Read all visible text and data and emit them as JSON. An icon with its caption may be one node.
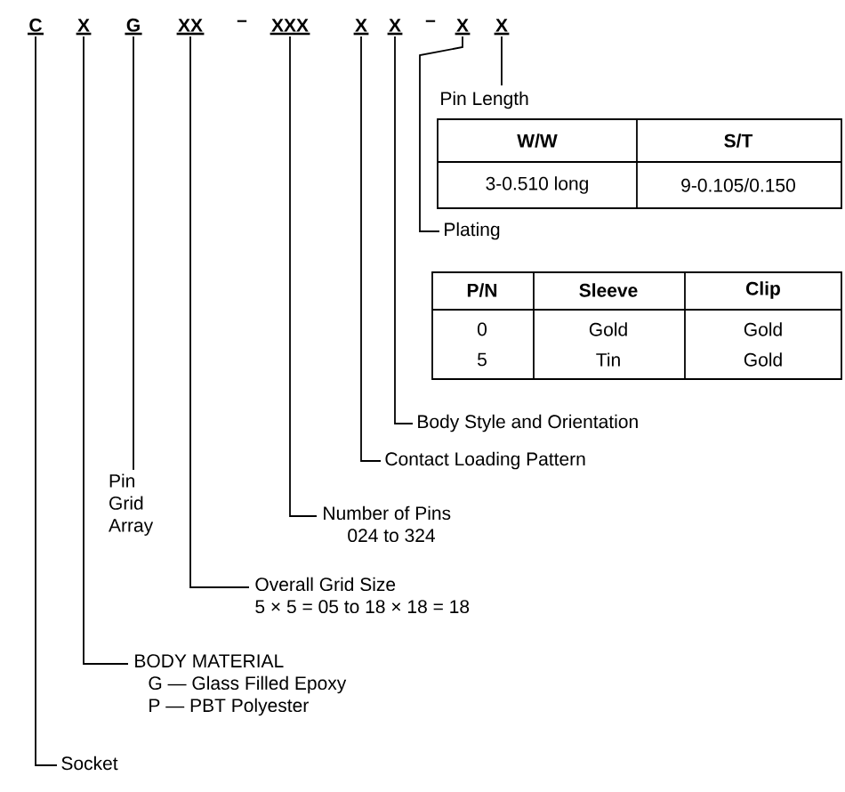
{
  "diagram": {
    "nodes": [
      {
        "text": [
          "C"
        ]
      },
      {
        "text": [
          "X"
        ]
      },
      {
        "text": [
          "G"
        ]
      },
      {
        "text": [
          "XX"
        ]
      },
      {
        "text": [
          "XXX"
        ]
      },
      {
        "text": [
          "X"
        ]
      },
      {
        "text": [
          "X"
        ]
      },
      {
        "text": [
          "X"
        ]
      },
      {
        "text": [
          "X"
        ]
      },
      {
        "text": [
          "Pin Length"
        ]
      },
      {
        "text": [
          "Plating"
        ]
      },
      {
        "text": [
          "Body Style and Orientation"
        ]
      },
      {
        "text": [
          "Contact Loading Pattern"
        ]
      },
      {
        "text": [
          "Number of Pins",
          "024 to 324"
        ]
      },
      {
        "text": [
          "Pin Grid Array"
        ]
      },
      {
        "text": [
          "Overall Grid Size",
          "5 × 5 = 05 to 18 × 18 = 18"
        ]
      },
      {
        "text": [
          "BODY MATERIAL",
          "G — Glass Filled Epoxy",
          "P — PBT Polyester"
        ]
      },
      {
        "text": [
          "Socket"
        ]
      }
    ],
    "edges": [
      {
        "from": 8,
        "to": 9,
        "arrow": "none"
      },
      {
        "from": 7,
        "to": 10,
        "arrow": "none"
      },
      {
        "from": 6,
        "to": 11,
        "arrow": "none"
      },
      {
        "from": 5,
        "to": 12,
        "arrow": "none"
      },
      {
        "from": 4,
        "to": 13,
        "arrow": "none"
      },
      {
        "from": 2,
        "to": 14,
        "arrow": "none"
      },
      {
        "from": 3,
        "to": 15,
        "arrow": "none"
      },
      {
        "from": 1,
        "to": 16,
        "arrow": "none"
      },
      {
        "from": 0,
        "to": 17,
        "arrow": "none"
      }
    ],
    "labels": [
      "–",
      "–",
      "W/W",
      "S/T",
      "3-0.510 long",
      "9-0.105/0.150",
      "P/N",
      "Sleeve",
      "Clip",
      "0",
      "Gold",
      "Gold",
      "5",
      "Tin",
      "Gold"
    ]
  }
}
